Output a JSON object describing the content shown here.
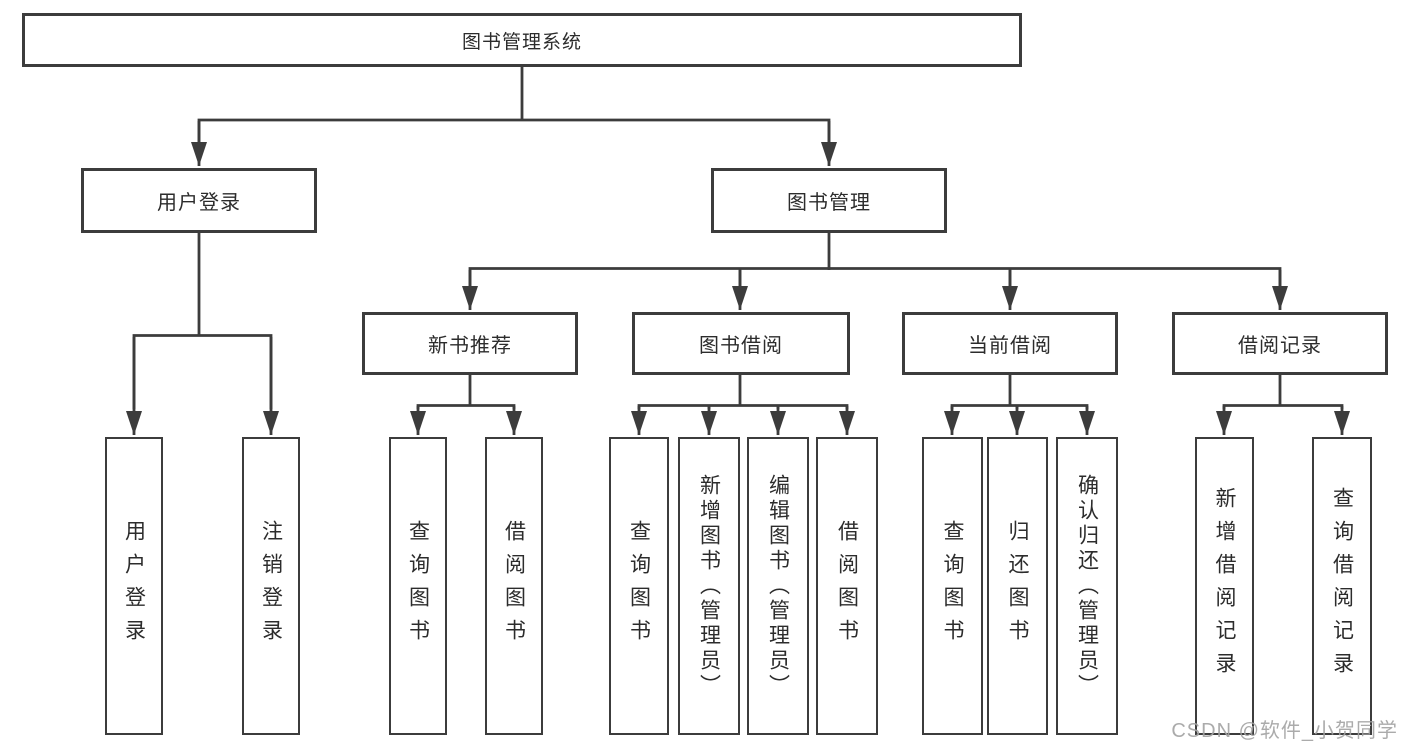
{
  "diagram": {
    "root": {
      "label": "图书管理系统"
    },
    "level2": [
      {
        "label": "用户登录"
      },
      {
        "label": "图书管理"
      }
    ],
    "level3": [
      {
        "label": "新书推荐"
      },
      {
        "label": "图书借阅"
      },
      {
        "label": "当前借阅"
      },
      {
        "label": "借阅记录"
      }
    ],
    "leaves": [
      "用户登录",
      "注销登录",
      "查询图书",
      "借阅图书",
      "查询图书",
      "新增图书（管理员）",
      "编辑图书（管理员）",
      "借阅图书",
      "查询图书",
      "归还图书",
      "确认归还（管理员）",
      "新增借阅记录",
      "查询借阅记录"
    ],
    "hierarchy": {
      "图书管理系统": [
        "用户登录",
        "图书管理"
      ],
      "用户登录": [
        "用户登录",
        "注销登录"
      ],
      "图书管理": [
        "新书推荐",
        "图书借阅",
        "当前借阅",
        "借阅记录"
      ],
      "新书推荐": [
        "查询图书",
        "借阅图书"
      ],
      "图书借阅": [
        "查询图书",
        "新增图书（管理员）",
        "编辑图书（管理员）",
        "借阅图书"
      ],
      "当前借阅": [
        "查询图书",
        "归还图书",
        "确认归还（管理员）"
      ],
      "借阅记录": [
        "新增借阅记录",
        "查询借阅记录"
      ]
    }
  },
  "watermark": {
    "text": "CSDN @软件_小贺同学"
  },
  "colors": {
    "line": "#3c3c3c",
    "text": "#2c2c2c",
    "watermark": "#a2a2a2",
    "background": "#ffffff"
  }
}
